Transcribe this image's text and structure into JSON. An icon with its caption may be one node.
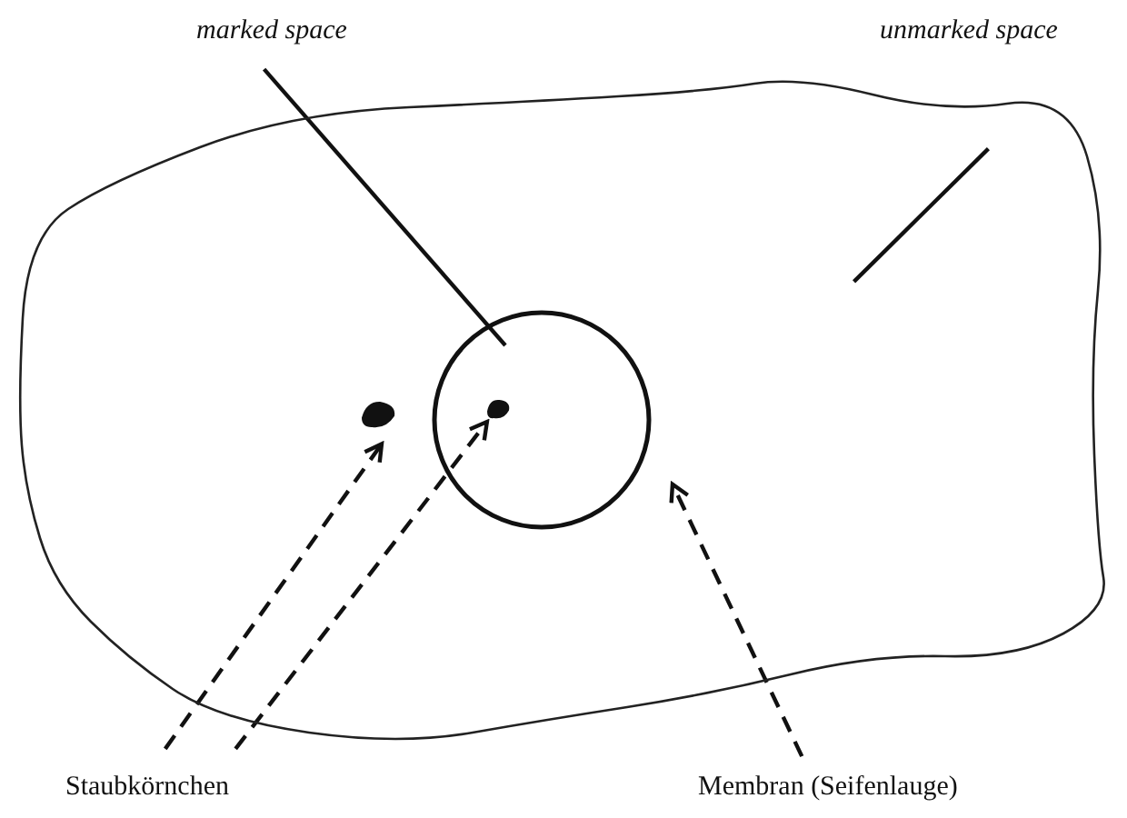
{
  "diagram": {
    "nodes": [
      {
        "text": [
          "marked space"
        ]
      },
      {
        "text": [
          "unmarked space"
        ]
      },
      {
        "text": [],
        "shape": "blob"
      },
      {
        "text": [],
        "shape": "circle",
        "in": 2
      },
      {
        "text": [],
        "shape": "dot",
        "in": 2
      },
      {
        "text": [],
        "shape": "dot",
        "in": 3
      },
      {
        "text": [
          "Staubkörnchen"
        ]
      },
      {
        "text": [
          "Membran (Seifenlauge)"
        ]
      }
    ],
    "edges": [
      {
        "from": 0,
        "to": 3,
        "arrow": "none"
      },
      {
        "from": 1,
        "to": 2,
        "arrow": "none"
      },
      {
        "from": 6,
        "to": 4,
        "arrow": "to",
        "style": "dashed"
      },
      {
        "from": 6,
        "to": 5,
        "arrow": "to",
        "style": "dashed"
      },
      {
        "from": 7,
        "to": 3,
        "arrow": "to",
        "style": "dashed"
      }
    ]
  }
}
